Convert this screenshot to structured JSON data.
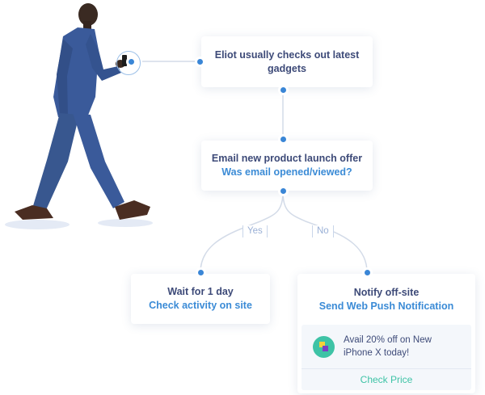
{
  "flow": {
    "start": {
      "title": "Eliot usually checks out latest gadgets"
    },
    "email": {
      "title": "Email new product launch offer",
      "subtitle": "Was email opened/viewed?"
    },
    "branches": {
      "yes": "Yes",
      "no": "No"
    },
    "wait": {
      "title": "Wait for 1 day",
      "subtitle": "Check activity on site"
    },
    "notify": {
      "title": "Notify off-site",
      "subtitle": "Send Web Push Notification"
    },
    "push": {
      "message": "Avail 20% off on New iPhone X today!",
      "cta": "Check Price"
    }
  },
  "colors": {
    "title": "#3d4a78",
    "accent": "#3b8bd6",
    "dot": "#3a86d6",
    "cta": "#3ec3a6",
    "connector": "#d3dbe8",
    "suit": "#3a5a9a"
  },
  "icons": {
    "app": "app-logo-icon"
  }
}
